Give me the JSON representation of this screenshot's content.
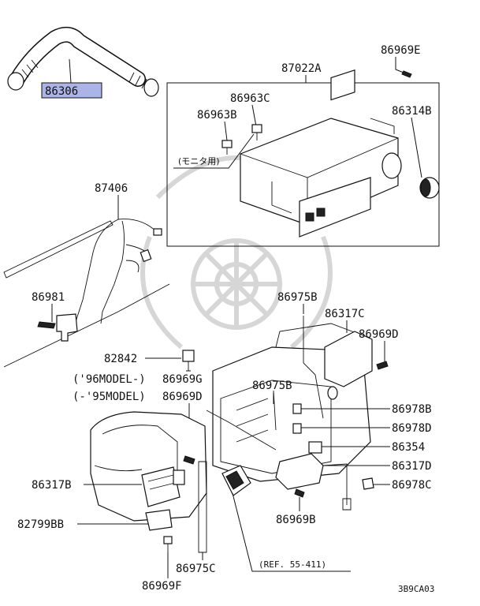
{
  "labels": {
    "hose_top": "86306",
    "control_unit": "87022A",
    "screw_86969e": "86969E",
    "screw_86963c": "86963C",
    "screw_86963b": "86963B",
    "monitor_note": "(モニタ用)",
    "knob_86314b": "86314B",
    "harness_87406": "87406",
    "bolt_86981": "86981",
    "sensor_82842": "82842",
    "model_96": "('96MODEL-)",
    "model_95": "(-'95MODEL)",
    "screw_86969g": "86969G",
    "screw_86969d_left": "86969D",
    "rod_86975b_top": "86975B",
    "rod_86975b_mid": "86975B",
    "motor_86317c": "86317C",
    "screw_86969d_right": "86969D",
    "clip_86978b": "86978B",
    "clip_86978d": "86978D",
    "part_86354": "86354",
    "motor_86317d": "86317D",
    "clip_86978c": "86978C",
    "screw_86969b": "86969B",
    "motor_86317b": "86317B",
    "part_82799bb": "82799BB",
    "rod_86975c": "86975C",
    "screw_86969f": "86969F",
    "reference": "(REF. 55-411)",
    "diagram_code": "3B9CA03"
  },
  "colors": {
    "highlight": "#aab4e6",
    "line": "#111111",
    "watermark": "#d6d6d6"
  }
}
